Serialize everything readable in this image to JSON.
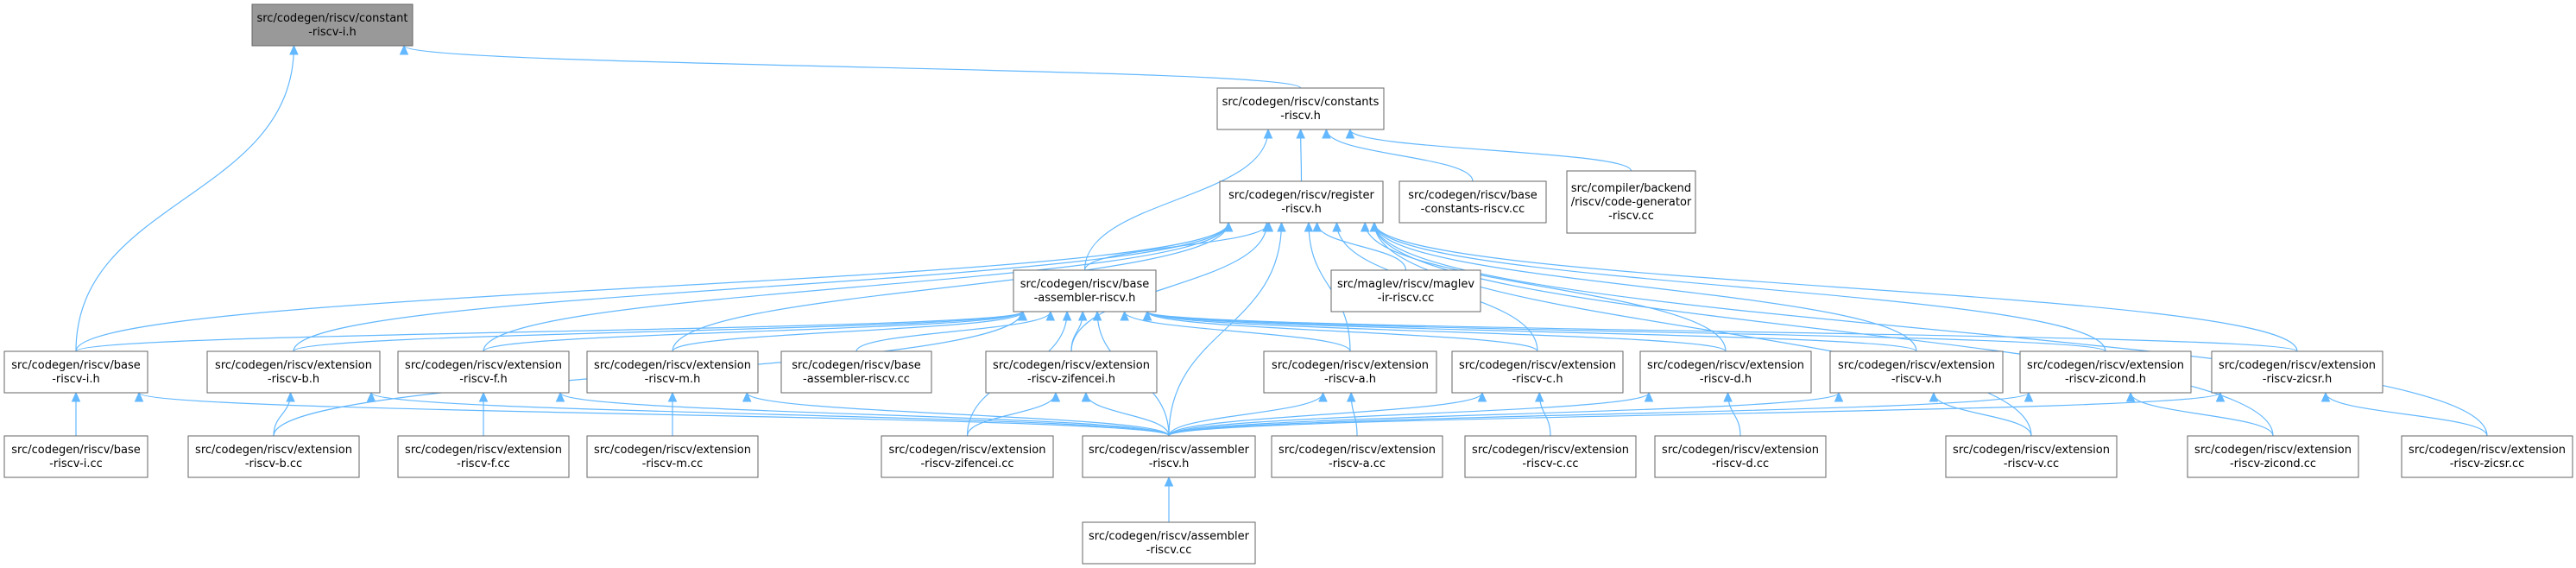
{
  "nodes": [
    {
      "id": "constant-riscv-i",
      "lines": [
        "src/codegen/riscv/constant",
        "-riscv-i.h"
      ],
      "highlight": true
    },
    {
      "id": "constants-riscv",
      "lines": [
        "src/codegen/riscv/constants",
        "-riscv.h"
      ]
    },
    {
      "id": "register-riscv",
      "lines": [
        "src/codegen/riscv/register",
        "-riscv.h"
      ]
    },
    {
      "id": "base-constants-cc",
      "lines": [
        "src/codegen/riscv/base",
        "-constants-riscv.cc"
      ]
    },
    {
      "id": "code-generator-cc",
      "lines": [
        "src/compiler/backend",
        "/riscv/code-generator",
        "-riscv.cc"
      ]
    },
    {
      "id": "base-assembler-h",
      "lines": [
        "src/codegen/riscv/base",
        "-assembler-riscv.h"
      ]
    },
    {
      "id": "maglev-ir-cc",
      "lines": [
        "src/maglev/riscv/maglev",
        "-ir-riscv.cc"
      ]
    },
    {
      "id": "base-riscv-i-h",
      "lines": [
        "src/codegen/riscv/base",
        "-riscv-i.h"
      ]
    },
    {
      "id": "ext-b-h",
      "lines": [
        "src/codegen/riscv/extension",
        "-riscv-b.h"
      ]
    },
    {
      "id": "ext-f-h",
      "lines": [
        "src/codegen/riscv/extension",
        "-riscv-f.h"
      ]
    },
    {
      "id": "ext-m-h",
      "lines": [
        "src/codegen/riscv/extension",
        "-riscv-m.h"
      ]
    },
    {
      "id": "base-assembler-cc",
      "lines": [
        "src/codegen/riscv/base",
        "-assembler-riscv.cc"
      ]
    },
    {
      "id": "ext-zifencei-h",
      "lines": [
        "src/codegen/riscv/extension",
        "-riscv-zifencei.h"
      ]
    },
    {
      "id": "ext-a-h",
      "lines": [
        "src/codegen/riscv/extension",
        "-riscv-a.h"
      ]
    },
    {
      "id": "ext-c-h",
      "lines": [
        "src/codegen/riscv/extension",
        "-riscv-c.h"
      ]
    },
    {
      "id": "ext-d-h",
      "lines": [
        "src/codegen/riscv/extension",
        "-riscv-d.h"
      ]
    },
    {
      "id": "ext-v-h",
      "lines": [
        "src/codegen/riscv/extension",
        "-riscv-v.h"
      ]
    },
    {
      "id": "ext-zicond-h",
      "lines": [
        "src/codegen/riscv/extension",
        "-riscv-zicond.h"
      ]
    },
    {
      "id": "ext-zicsr-h",
      "lines": [
        "src/codegen/riscv/extension",
        "-riscv-zicsr.h"
      ]
    },
    {
      "id": "base-riscv-i-cc",
      "lines": [
        "src/codegen/riscv/base",
        "-riscv-i.cc"
      ]
    },
    {
      "id": "ext-b-cc",
      "lines": [
        "src/codegen/riscv/extension",
        "-riscv-b.cc"
      ]
    },
    {
      "id": "ext-f-cc",
      "lines": [
        "src/codegen/riscv/extension",
        "-riscv-f.cc"
      ]
    },
    {
      "id": "ext-m-cc",
      "lines": [
        "src/codegen/riscv/extension",
        "-riscv-m.cc"
      ]
    },
    {
      "id": "ext-zifencei-cc",
      "lines": [
        "src/codegen/riscv/extension",
        "-riscv-zifencei.cc"
      ]
    },
    {
      "id": "assembler-riscv-h",
      "lines": [
        "src/codegen/riscv/assembler",
        "-riscv.h"
      ]
    },
    {
      "id": "ext-a-cc",
      "lines": [
        "src/codegen/riscv/extension",
        "-riscv-a.cc"
      ]
    },
    {
      "id": "ext-c-cc",
      "lines": [
        "src/codegen/riscv/extension",
        "-riscv-c.cc"
      ]
    },
    {
      "id": "ext-d-cc",
      "lines": [
        "src/codegen/riscv/extension",
        "-riscv-d.cc"
      ]
    },
    {
      "id": "ext-v-cc",
      "lines": [
        "src/codegen/riscv/extension",
        "-riscv-v.cc"
      ]
    },
    {
      "id": "ext-zicond-cc",
      "lines": [
        "src/codegen/riscv/extension",
        "-riscv-zicond.cc"
      ]
    },
    {
      "id": "ext-zicsr-cc",
      "lines": [
        "src/codegen/riscv/extension",
        "-riscv-zicsr.cc"
      ]
    },
    {
      "id": "assembler-riscv-cc",
      "lines": [
        "src/codegen/riscv/assembler",
        "-riscv.cc"
      ]
    }
  ],
  "edges": [
    [
      "constants-riscv",
      "constant-riscv-i"
    ],
    [
      "base-riscv-i-h",
      "constant-riscv-i"
    ],
    [
      "register-riscv",
      "constants-riscv"
    ],
    [
      "base-assembler-h",
      "constants-riscv"
    ],
    [
      "base-constants-cc",
      "constants-riscv"
    ],
    [
      "code-generator-cc",
      "constants-riscv"
    ],
    [
      "base-assembler-h",
      "register-riscv"
    ],
    [
      "maglev-ir-cc",
      "register-riscv"
    ],
    [
      "base-riscv-i-h",
      "register-riscv"
    ],
    [
      "ext-b-h",
      "register-riscv"
    ],
    [
      "ext-f-h",
      "register-riscv"
    ],
    [
      "ext-m-h",
      "register-riscv"
    ],
    [
      "ext-zifencei-h",
      "register-riscv"
    ],
    [
      "ext-a-h",
      "register-riscv"
    ],
    [
      "ext-c-h",
      "register-riscv"
    ],
    [
      "ext-d-h",
      "register-riscv"
    ],
    [
      "ext-v-h",
      "register-riscv"
    ],
    [
      "ext-zicond-h",
      "register-riscv"
    ],
    [
      "ext-zicsr-h",
      "register-riscv"
    ],
    [
      "assembler-riscv-h",
      "register-riscv"
    ],
    [
      "ext-v-cc",
      "register-riscv"
    ],
    [
      "ext-zicond-cc",
      "register-riscv"
    ],
    [
      "ext-zicsr-cc",
      "register-riscv"
    ],
    [
      "base-riscv-i-h",
      "base-assembler-h"
    ],
    [
      "ext-b-h",
      "base-assembler-h"
    ],
    [
      "ext-f-h",
      "base-assembler-h"
    ],
    [
      "ext-m-h",
      "base-assembler-h"
    ],
    [
      "base-assembler-cc",
      "base-assembler-h"
    ],
    [
      "ext-zifencei-h",
      "base-assembler-h"
    ],
    [
      "ext-a-h",
      "base-assembler-h"
    ],
    [
      "ext-c-h",
      "base-assembler-h"
    ],
    [
      "ext-d-h",
      "base-assembler-h"
    ],
    [
      "ext-v-h",
      "base-assembler-h"
    ],
    [
      "ext-zicond-h",
      "base-assembler-h"
    ],
    [
      "ext-zicsr-h",
      "base-assembler-h"
    ],
    [
      "assembler-riscv-h",
      "base-assembler-h"
    ],
    [
      "ext-b-cc",
      "base-assembler-h"
    ],
    [
      "ext-zifencei-cc",
      "base-assembler-h"
    ],
    [
      "base-riscv-i-cc",
      "base-riscv-i-h"
    ],
    [
      "ext-b-cc",
      "ext-b-h"
    ],
    [
      "ext-f-cc",
      "ext-f-h"
    ],
    [
      "ext-m-cc",
      "ext-m-h"
    ],
    [
      "ext-zifencei-cc",
      "ext-zifencei-h"
    ],
    [
      "ext-a-cc",
      "ext-a-h"
    ],
    [
      "ext-c-cc",
      "ext-c-h"
    ],
    [
      "ext-d-cc",
      "ext-d-h"
    ],
    [
      "ext-v-cc",
      "ext-v-h"
    ],
    [
      "ext-zicond-cc",
      "ext-zicond-h"
    ],
    [
      "ext-zicsr-cc",
      "ext-zicsr-h"
    ],
    [
      "assembler-riscv-h",
      "base-riscv-i-h"
    ],
    [
      "assembler-riscv-h",
      "ext-b-h"
    ],
    [
      "assembler-riscv-h",
      "ext-f-h"
    ],
    [
      "assembler-riscv-h",
      "ext-m-h"
    ],
    [
      "assembler-riscv-h",
      "ext-zifencei-h"
    ],
    [
      "assembler-riscv-h",
      "ext-a-h"
    ],
    [
      "assembler-riscv-h",
      "ext-c-h"
    ],
    [
      "assembler-riscv-h",
      "ext-d-h"
    ],
    [
      "assembler-riscv-h",
      "ext-v-h"
    ],
    [
      "assembler-riscv-h",
      "ext-zicond-h"
    ],
    [
      "assembler-riscv-h",
      "ext-zicsr-h"
    ],
    [
      "assembler-riscv-cc",
      "assembler-riscv-h"
    ]
  ],
  "colors": {
    "edge": "#63b8ff",
    "node_border": "#666666",
    "highlight_fill": "#999999"
  }
}
